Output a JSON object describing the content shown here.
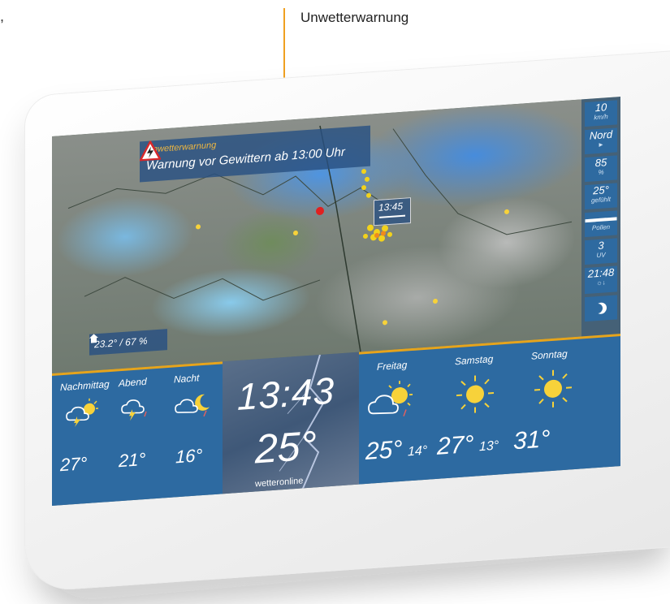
{
  "callout": {
    "text": "Unwetterwarnung",
    "edge_text": ","
  },
  "warning": {
    "title": "Unwetterwarnung",
    "message": "Warnung vor Gewittern ab 13:00 Uhr"
  },
  "map": {
    "time_marker": "13:45",
    "indoor": {
      "icon": "home-icon",
      "value": "23.2° / 67 %"
    }
  },
  "side_tiles": [
    {
      "value": "10",
      "unit": "km/h"
    },
    {
      "value": "Nord",
      "unit": ""
    },
    {
      "value": "85",
      "unit": "%"
    },
    {
      "value": "25°",
      "unit": "gefühlt"
    },
    {
      "value": "",
      "unit": "Pollen"
    },
    {
      "value": "3",
      "unit": "UV"
    },
    {
      "value": "21:48",
      "unit": ""
    },
    {
      "value": "",
      "unit": ""
    }
  ],
  "today": [
    {
      "label": "Nachmittag",
      "temp": "27°",
      "icon": "thunderstorm-sun-icon"
    },
    {
      "label": "Abend",
      "temp": "21°",
      "icon": "thunderstorm-icon"
    },
    {
      "label": "Nacht",
      "temp": "16°",
      "icon": "thunderstorm-moon-icon"
    }
  ],
  "now": {
    "time": "13:43",
    "temp": "25°",
    "brand": "wetteronline"
  },
  "days": [
    {
      "label": "Freitag",
      "max": "25°",
      "min": "14°",
      "icon": "partly-cloudy-icon"
    },
    {
      "label": "Samstag",
      "max": "27°",
      "min": "13°",
      "icon": "sun-icon"
    },
    {
      "label": "Sonntag",
      "max": "31°",
      "min": "",
      "icon": "sun-icon"
    }
  ],
  "colors": {
    "panel": "#2d6aa1",
    "accent": "#e6a41c",
    "warning_title": "#f0b840",
    "sun": "#f7d23a"
  }
}
